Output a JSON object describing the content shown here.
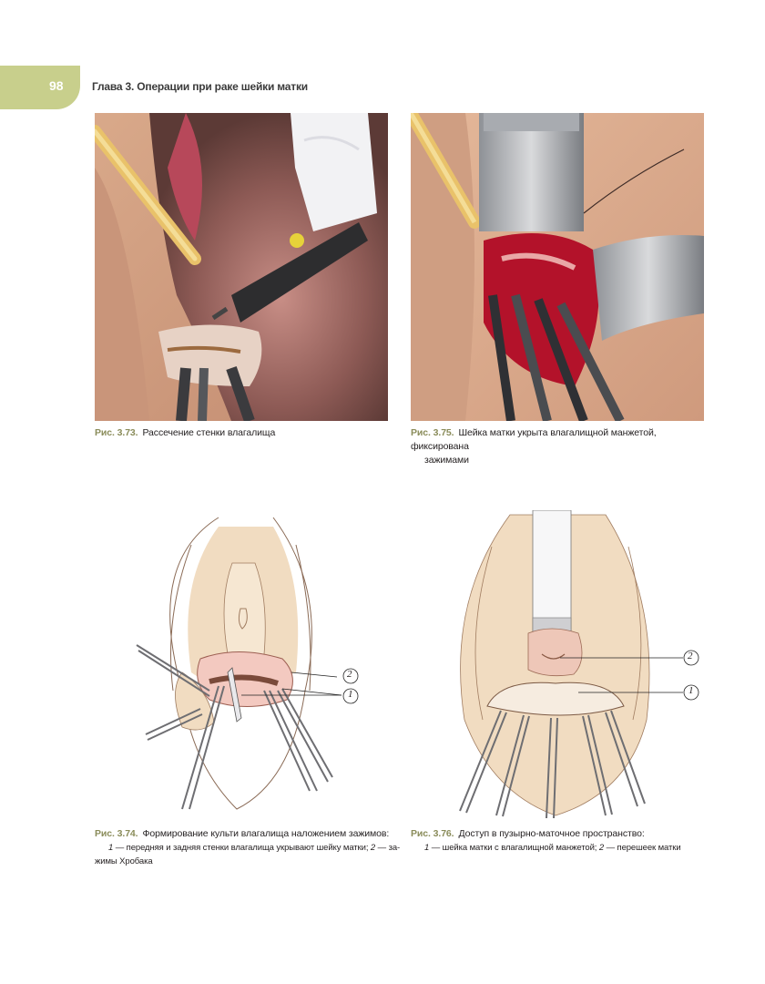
{
  "header": {
    "page_number": "98",
    "running_head": "Глава 3. Операции при раке шейки матки"
  },
  "figures": [
    {
      "label": "Рис. 3.73.",
      "caption": "Рассечение стенки влагалища"
    },
    {
      "label": "Рис. 3.75.",
      "caption": "Шейка матки укрыта влагалищной манжетой, фиксирована",
      "caption_cont": "зажимами"
    },
    {
      "label": "Рис. 3.74.",
      "caption": "Формирование культи влагалища наложением зажимов:",
      "legend_num1": "1",
      "legend_text1": " — передняя и задняя стенки влагалища укрывают шейку матки; ",
      "legend_num2": "2",
      "legend_text2": " — за-",
      "legend_cont": "жимы Хробака",
      "callouts": [
        "2",
        "1"
      ]
    },
    {
      "label": "Рис. 3.76.",
      "caption": "Доступ в пузырно-маточное пространство:",
      "legend_num1": "1",
      "legend_text1": " — шейка матки с влагалищной манжетой; ",
      "legend_num2": "2",
      "legend_text2": " — перешеек матки",
      "callouts": [
        "2",
        "1"
      ]
    }
  ],
  "colors": {
    "tab": "#c8cf8c",
    "caption_label": "#8a8c5a",
    "skin": "#e9c9a6",
    "tissue": "#b3122a"
  }
}
